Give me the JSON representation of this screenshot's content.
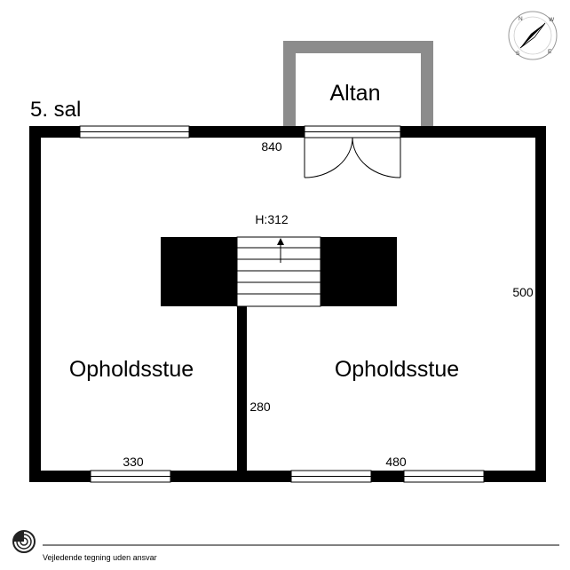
{
  "floor_label": "5. sal",
  "rooms": {
    "balcony": "Altan",
    "living_left": "Opholdsstue",
    "living_right": "Opholdsstue"
  },
  "dimensions": {
    "top_width": "840",
    "right_height": "500",
    "wall_height": "280",
    "bottom_left": "330",
    "bottom_right": "480",
    "stair_height": "H:312"
  },
  "compass": {
    "north": "N",
    "east": "E",
    "south": "S",
    "west": "W"
  },
  "footer": {
    "disclaimer": "Vejledende tegning uden ansvar"
  },
  "colors": {
    "wall": "#000000",
    "balcony_wall": "#8c8c8c",
    "background": "#ffffff"
  }
}
